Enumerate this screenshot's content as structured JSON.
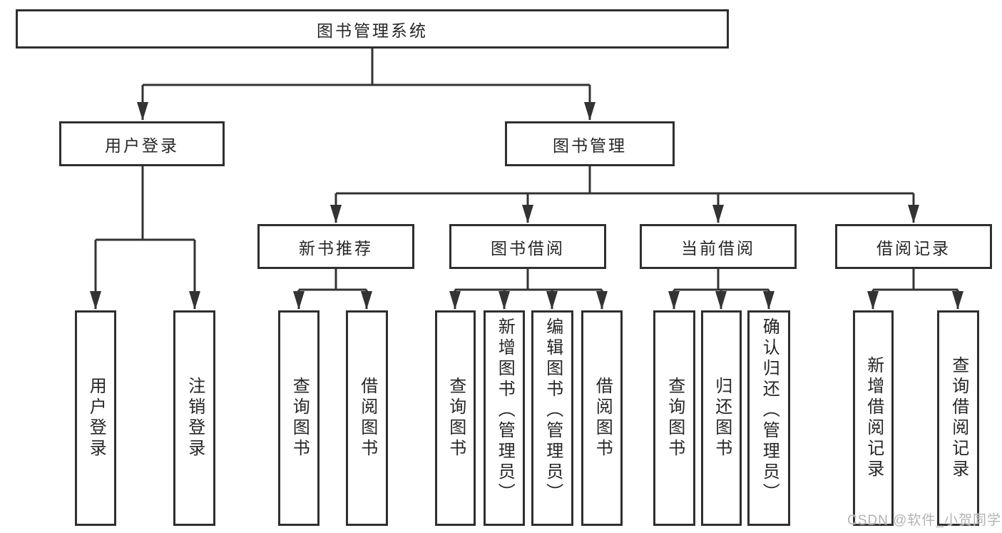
{
  "diagram_title": "图书管理系统",
  "colors": {
    "line": "#333333",
    "box_border": "#2f2f2f",
    "box_background": "#ffffff",
    "text": "#262626",
    "watermark": "#b3b3b3"
  },
  "nodes": {
    "root": {
      "label": "图书管理系统"
    },
    "branches": [
      {
        "label": "用户登录",
        "children": [
          {
            "label": "用户登录"
          },
          {
            "label": "注销登录"
          }
        ]
      },
      {
        "label": "图书管理",
        "groups": [
          {
            "label": "新书推荐",
            "children": [
              {
                "label": "查询图书"
              },
              {
                "label": "借阅图书"
              }
            ]
          },
          {
            "label": "图书借阅",
            "children": [
              {
                "label": "查询图书"
              },
              {
                "label": "新增图书（管理员）"
              },
              {
                "label": "编辑图书（管理员）"
              },
              {
                "label": "借阅图书"
              }
            ]
          },
          {
            "label": "当前借阅",
            "children": [
              {
                "label": "查询图书"
              },
              {
                "label": "归还图书"
              },
              {
                "label": "确认归还（管理员）"
              }
            ]
          },
          {
            "label": "借阅记录",
            "children": [
              {
                "label": "新增借阅记录"
              },
              {
                "label": "查询借阅记录"
              }
            ]
          }
        ]
      }
    ]
  },
  "watermark": {
    "text": "CSDN @软件_小贺同学"
  }
}
